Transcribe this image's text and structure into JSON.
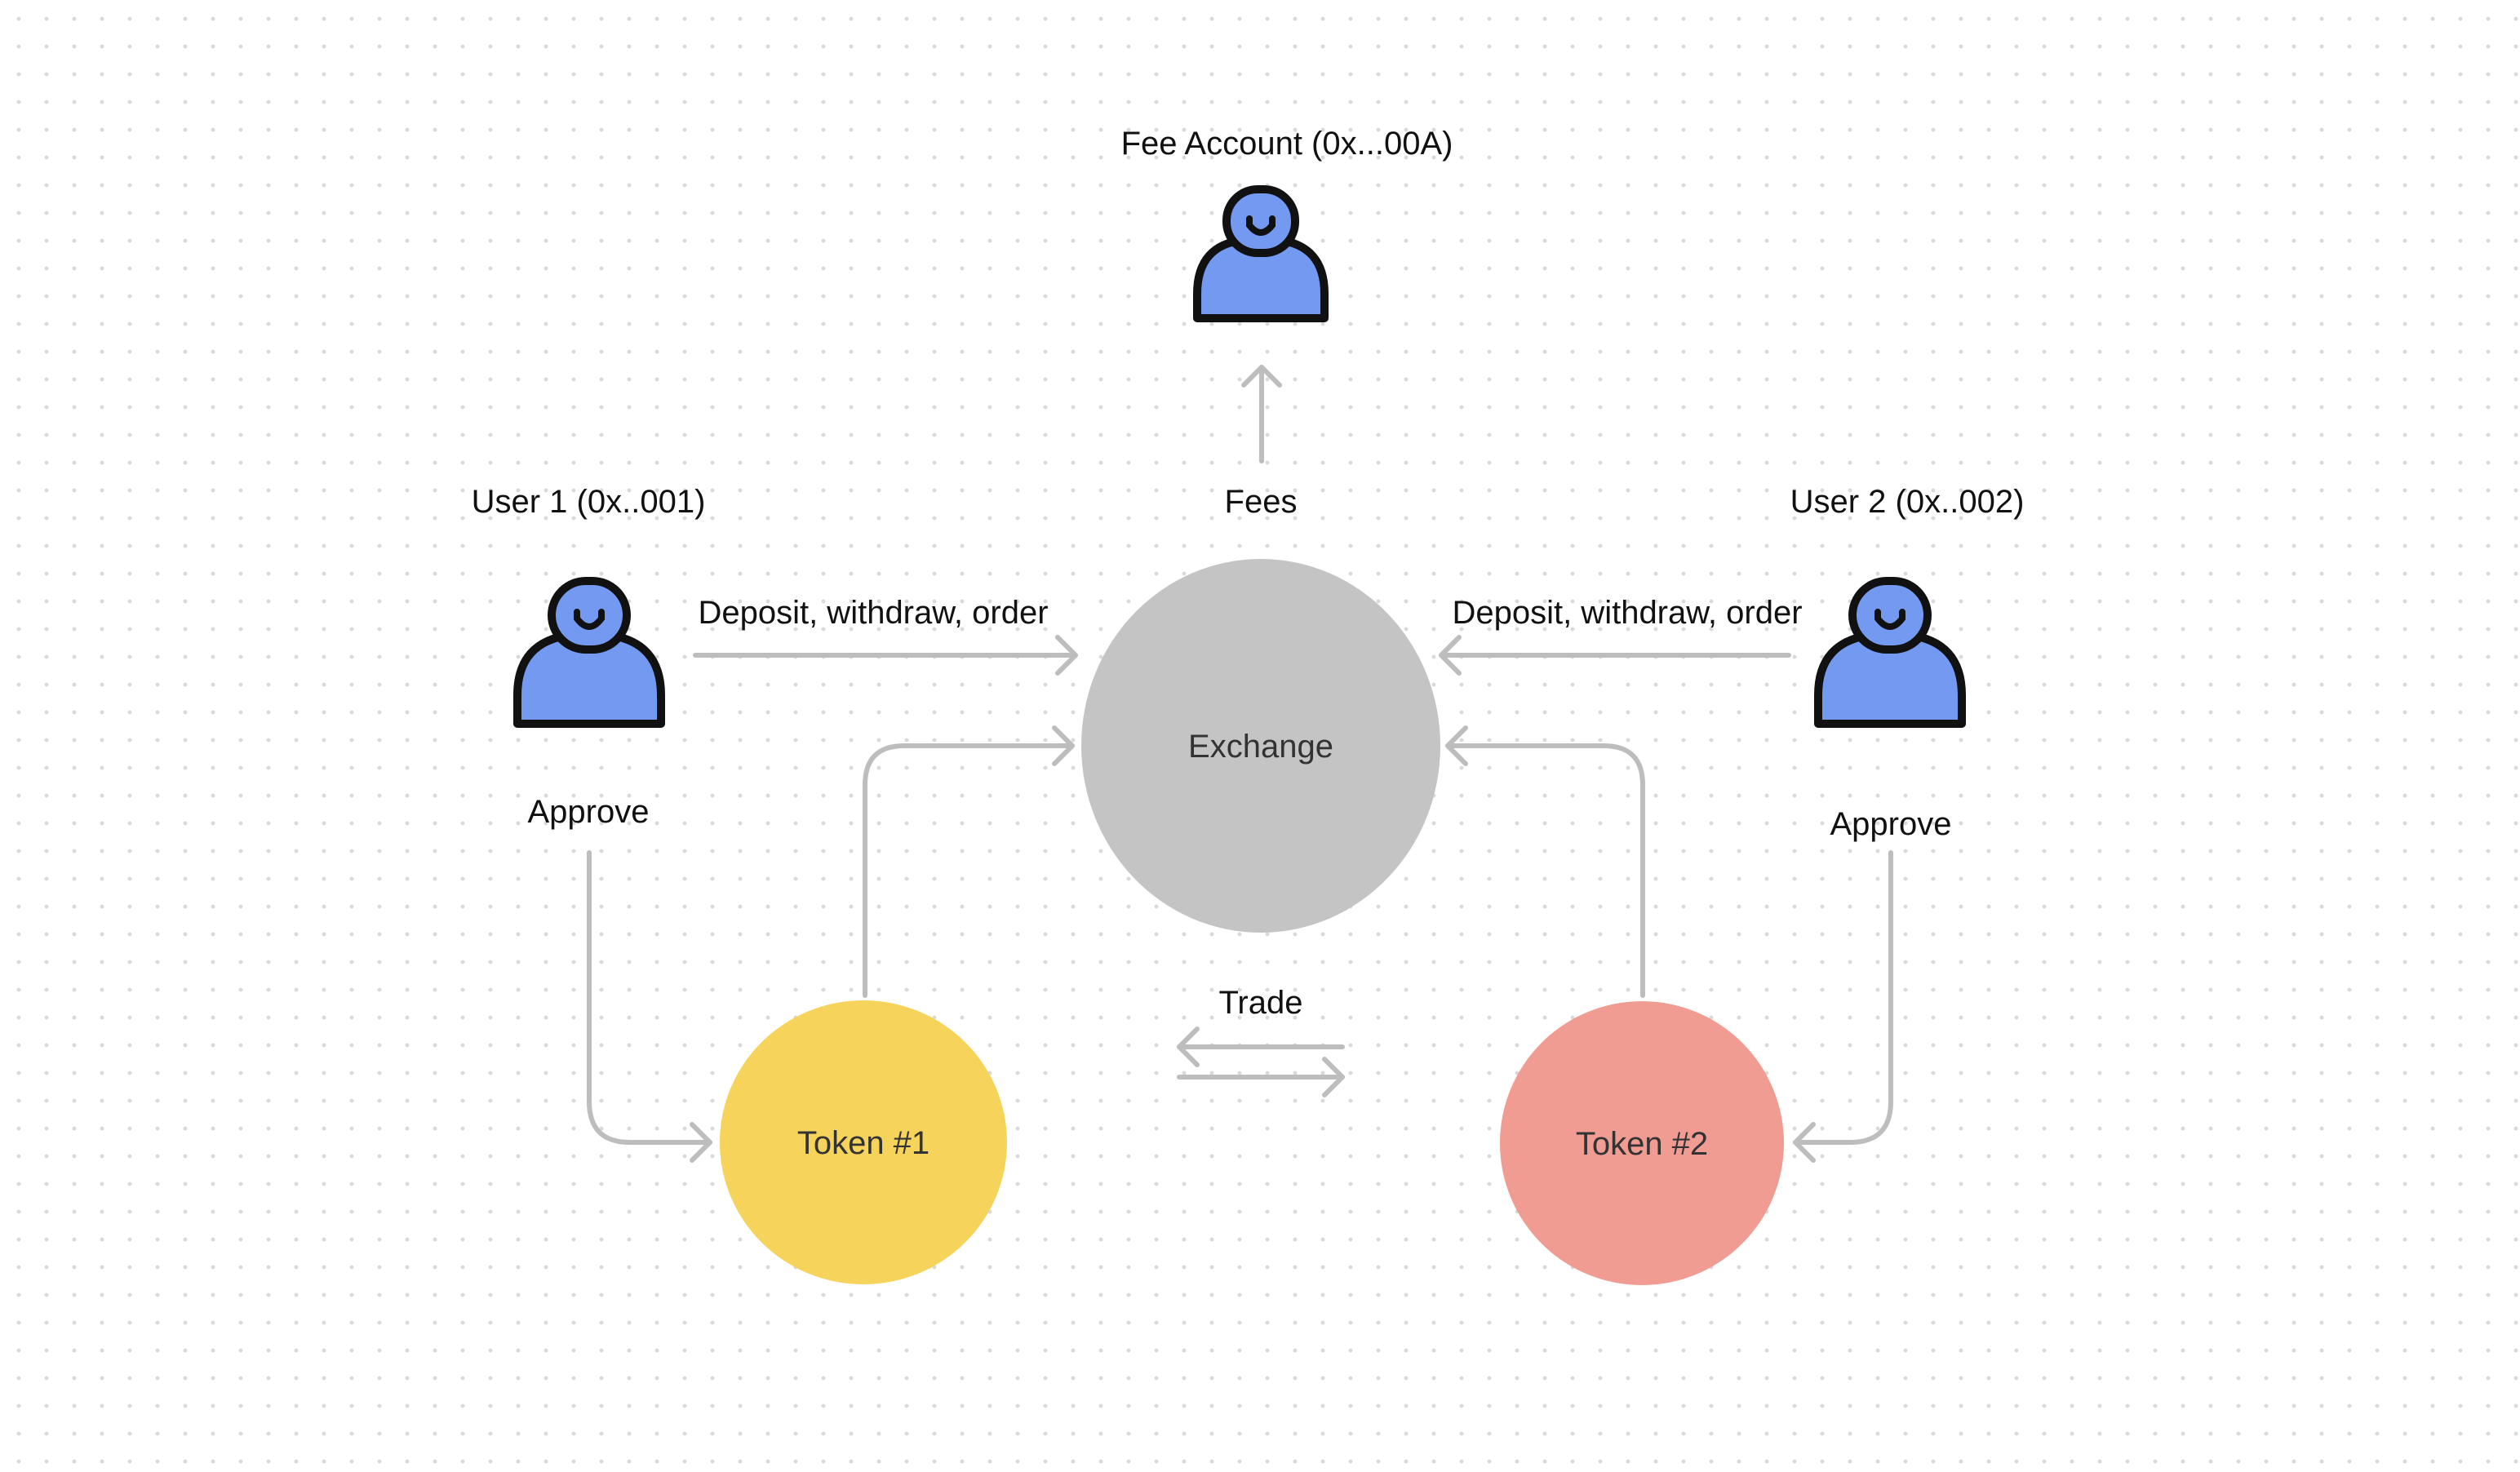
{
  "colors": {
    "exchange": "#c4c4c4",
    "token1": "#f6d35a",
    "token2": "#f09c92",
    "person": "#7399f0",
    "connector": "#bdbdbd",
    "background_dots": "#d9d9d9"
  },
  "icons": {
    "person": "person-icon"
  },
  "labels": {
    "fee_account": "Fee Account (0x...00A)",
    "user1": "User 1 (0x..001)",
    "user2": "User 2 (0x..002)",
    "fees": "Fees",
    "user1_exchange": "Deposit, withdraw, order",
    "user2_exchange": "Deposit, withdraw, order",
    "user1_approve": "Approve",
    "user2_approve": "Approve",
    "trade": "Trade"
  },
  "nodes": {
    "exchange": "Exchange",
    "token1": "Token #1",
    "token2": "Token #2"
  }
}
